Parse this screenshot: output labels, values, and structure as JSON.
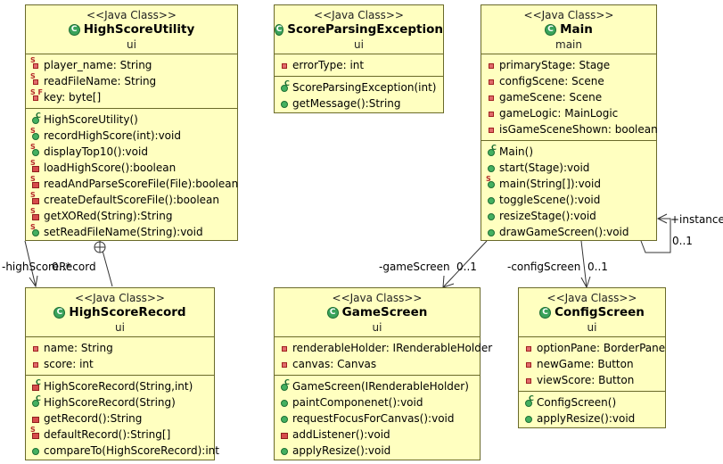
{
  "classes": {
    "highscoreutility": {
      "stereotype": "<<Java Class>>",
      "name": "HighScoreUtility",
      "package": "ui",
      "fields": [
        {
          "text": "player_name: String",
          "vis": "priv",
          "mod": "S"
        },
        {
          "text": "readFileName: String",
          "vis": "priv",
          "mod": "S"
        },
        {
          "text": "key: byte[]",
          "vis": "priv",
          "mod": "SF"
        }
      ],
      "methods": [
        {
          "text": "HighScoreUtility()",
          "vis": "pubm",
          "mod": "C"
        },
        {
          "text": "recordHighScore(int):void",
          "vis": "pubm",
          "mod": "S"
        },
        {
          "text": "displayTop10():void",
          "vis": "pubm",
          "mod": "S"
        },
        {
          "text": "loadHighScore():boolean",
          "vis": "privm",
          "mod": "S"
        },
        {
          "text": "readAndParseScoreFile(File):boolean",
          "vis": "privm",
          "mod": "S"
        },
        {
          "text": "createDefaultScoreFile():boolean",
          "vis": "privm",
          "mod": "S"
        },
        {
          "text": "getXORed(String):String",
          "vis": "privm",
          "mod": "S"
        },
        {
          "text": "setReadFileName(String):void",
          "vis": "pubm",
          "mod": "S"
        }
      ]
    },
    "scoreparsingexception": {
      "stereotype": "<<Java Class>>",
      "name": "ScoreParsingException",
      "package": "ui",
      "fields": [
        {
          "text": "errorType: int",
          "vis": "priv",
          "mod": ""
        }
      ],
      "methods": [
        {
          "text": "ScoreParsingException(int)",
          "vis": "pubm",
          "mod": "C"
        },
        {
          "text": "getMessage():String",
          "vis": "pubm",
          "mod": ""
        }
      ]
    },
    "main": {
      "stereotype": "<<Java Class>>",
      "name": "Main",
      "package": "main",
      "fields": [
        {
          "text": "primaryStage: Stage",
          "vis": "priv",
          "mod": ""
        },
        {
          "text": "configScene: Scene",
          "vis": "priv",
          "mod": ""
        },
        {
          "text": "gameScene: Scene",
          "vis": "priv",
          "mod": ""
        },
        {
          "text": "gameLogic: MainLogic",
          "vis": "priv",
          "mod": ""
        },
        {
          "text": "isGameSceneShown: boolean",
          "vis": "priv",
          "mod": ""
        }
      ],
      "methods": [
        {
          "text": "Main()",
          "vis": "pubm",
          "mod": "C"
        },
        {
          "text": "start(Stage):void",
          "vis": "pubm",
          "mod": ""
        },
        {
          "text": "main(String[]):void",
          "vis": "pubm",
          "mod": "S"
        },
        {
          "text": "toggleScene():void",
          "vis": "pubm",
          "mod": ""
        },
        {
          "text": "resizeStage():void",
          "vis": "pubm",
          "mod": ""
        },
        {
          "text": "drawGameScreen():void",
          "vis": "pubm",
          "mod": ""
        }
      ]
    },
    "highscorerecord": {
      "stereotype": "<<Java Class>>",
      "name": "HighScoreRecord",
      "package": "ui",
      "fields": [
        {
          "text": "name: String",
          "vis": "priv",
          "mod": ""
        },
        {
          "text": "score: int",
          "vis": "priv",
          "mod": ""
        }
      ],
      "methods": [
        {
          "text": "HighScoreRecord(String,int)",
          "vis": "privm",
          "mod": "C"
        },
        {
          "text": "HighScoreRecord(String)",
          "vis": "pubm",
          "mod": "C"
        },
        {
          "text": "getRecord():String",
          "vis": "privm",
          "mod": ""
        },
        {
          "text": "defaultRecord():String[]",
          "vis": "privm",
          "mod": "S"
        },
        {
          "text": "compareTo(HighScoreRecord):int",
          "vis": "pubm",
          "mod": ""
        }
      ]
    },
    "gamescreen": {
      "stereotype": "<<Java Class>>",
      "name": "GameScreen",
      "package": "ui",
      "fields": [
        {
          "text": "renderableHolder: IRenderableHolder",
          "vis": "priv",
          "mod": ""
        },
        {
          "text": "canvas: Canvas",
          "vis": "priv",
          "mod": ""
        }
      ],
      "methods": [
        {
          "text": "GameScreen(IRenderableHolder)",
          "vis": "pubm",
          "mod": "C"
        },
        {
          "text": "paintComponenet():void",
          "vis": "pubm",
          "mod": ""
        },
        {
          "text": "requestFocusForCanvas():void",
          "vis": "pubm",
          "mod": ""
        },
        {
          "text": "addListener():void",
          "vis": "privm",
          "mod": ""
        },
        {
          "text": "applyResize():void",
          "vis": "pubm",
          "mod": ""
        }
      ]
    },
    "configscreen": {
      "stereotype": "<<Java Class>>",
      "name": "ConfigScreen",
      "package": "ui",
      "fields": [
        {
          "text": "optionPane: BorderPane",
          "vis": "priv",
          "mod": ""
        },
        {
          "text": "newGame: Button",
          "vis": "priv",
          "mod": ""
        },
        {
          "text": "viewScore: Button",
          "vis": "priv",
          "mod": ""
        }
      ],
      "methods": [
        {
          "text": "ConfigScreen()",
          "vis": "pubm",
          "mod": "C"
        },
        {
          "text": "applyResize():void",
          "vis": "pubm",
          "mod": ""
        }
      ]
    }
  },
  "labels": {
    "highscore_role": "-highScoreRecord",
    "highscore_mult": "0..*",
    "gamescreen_role": "-gameScreen",
    "gamescreen_mult": "0..1",
    "configscreen_role": "-configScreen",
    "configscreen_mult": "0..1",
    "instance_role": "+instance",
    "instance_mult": "0..1"
  },
  "colors": {
    "class_fill": "#ffffc0",
    "class_border": "#6a6a2a",
    "class_icon": "#3aa35b"
  }
}
